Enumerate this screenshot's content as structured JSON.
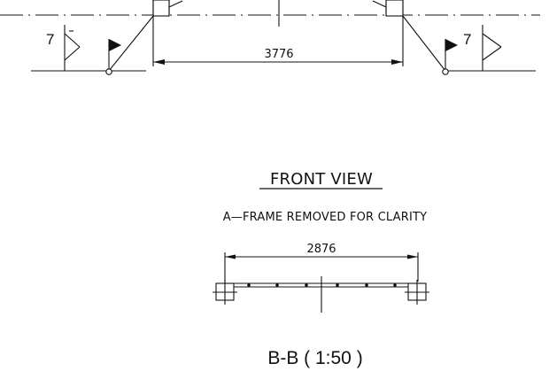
{
  "top_section": {
    "dimension": "3776",
    "weld_size_left": "7",
    "weld_size_right": "7"
  },
  "front_view": {
    "title": "FRONT VIEW",
    "note": "A—FRAME REMOVED FOR CLARITY"
  },
  "detail_section": {
    "dimension": "2876",
    "caption": "B-B ( 1:50 )"
  }
}
